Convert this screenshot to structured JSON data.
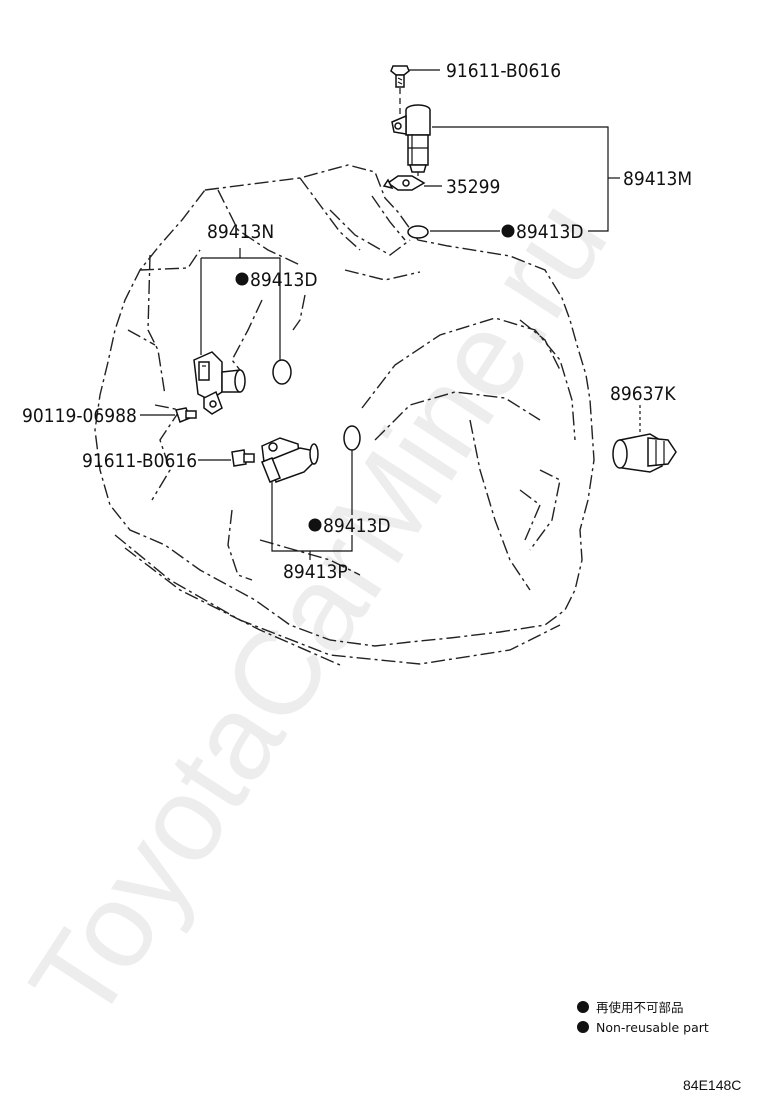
{
  "labels": {
    "bolt_top": "91611-B0616",
    "sensor_top_group": "89413M",
    "plate": "35299",
    "gasket_top": "89413D",
    "sensor_left_group": "89413N",
    "gasket_left": "89413D",
    "bolt_left": "90119-06988",
    "bolt_mid": "91611-B0616",
    "sensor_right": "89637K",
    "gasket_mid": "89413D",
    "sensor_mid_group": "89413P"
  },
  "legend": {
    "jp": "再使用不可部品",
    "en": "Non-reusable part"
  },
  "diagram_code": "84E148C",
  "watermark": "ToyotaCarMine.ru"
}
